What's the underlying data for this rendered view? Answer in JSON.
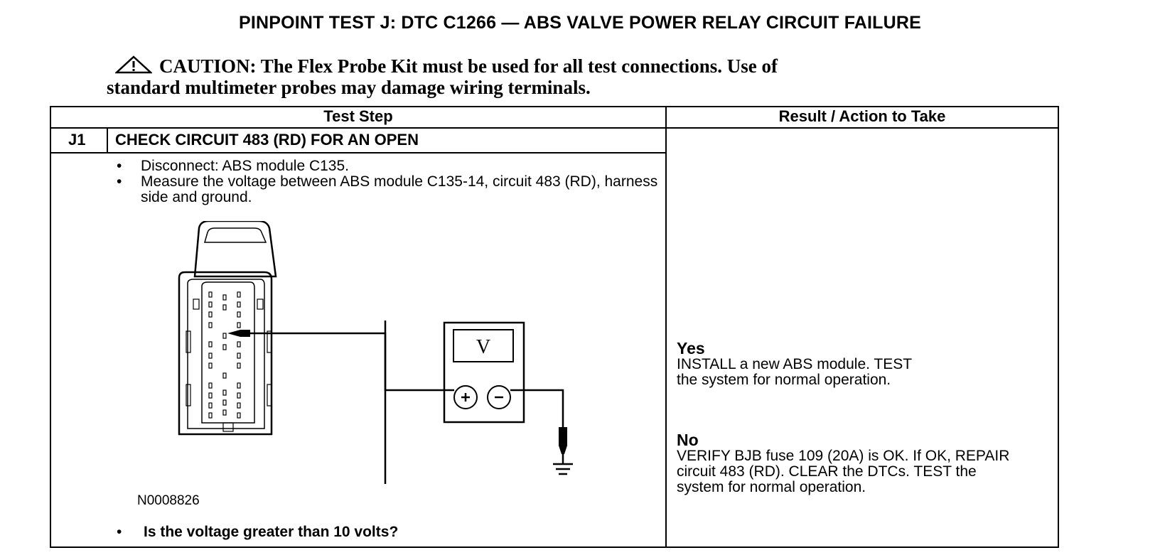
{
  "document": {
    "title": "PINPOINT TEST  J: DTC C1266 — ABS VALVE POWER RELAY CIRCUIT FAILURE",
    "caution": {
      "label": "CAUTION:",
      "line1": "The Flex Probe Kit must be used for all test connections. Use of",
      "line2": "standard multimeter probes may damage wiring terminals."
    },
    "table": {
      "headers": {
        "test_step": "Test Step",
        "result": "Result / Action to Take"
      },
      "step": {
        "id": "J1",
        "title": "CHECK CIRCUIT 483 (RD) FOR AN OPEN",
        "instructions": [
          "Disconnect: ABS module C135.",
          "Measure the voltage between ABS module C135-14, circuit 483 (RD), harness side and ground."
        ],
        "figure_id": "N0008826",
        "meter_label": "V",
        "question": "Is the voltage greater than 10 volts?"
      },
      "results": [
        {
          "label": "Yes",
          "text": "INSTALL a new ABS module. TEST the system for normal operation."
        },
        {
          "label": "No",
          "text": "VERIFY BJB fuse 109 (20A) is OK. If OK, REPAIR circuit 483 (RD). CLEAR the DTCs. TEST the system for normal operation."
        }
      ]
    }
  }
}
